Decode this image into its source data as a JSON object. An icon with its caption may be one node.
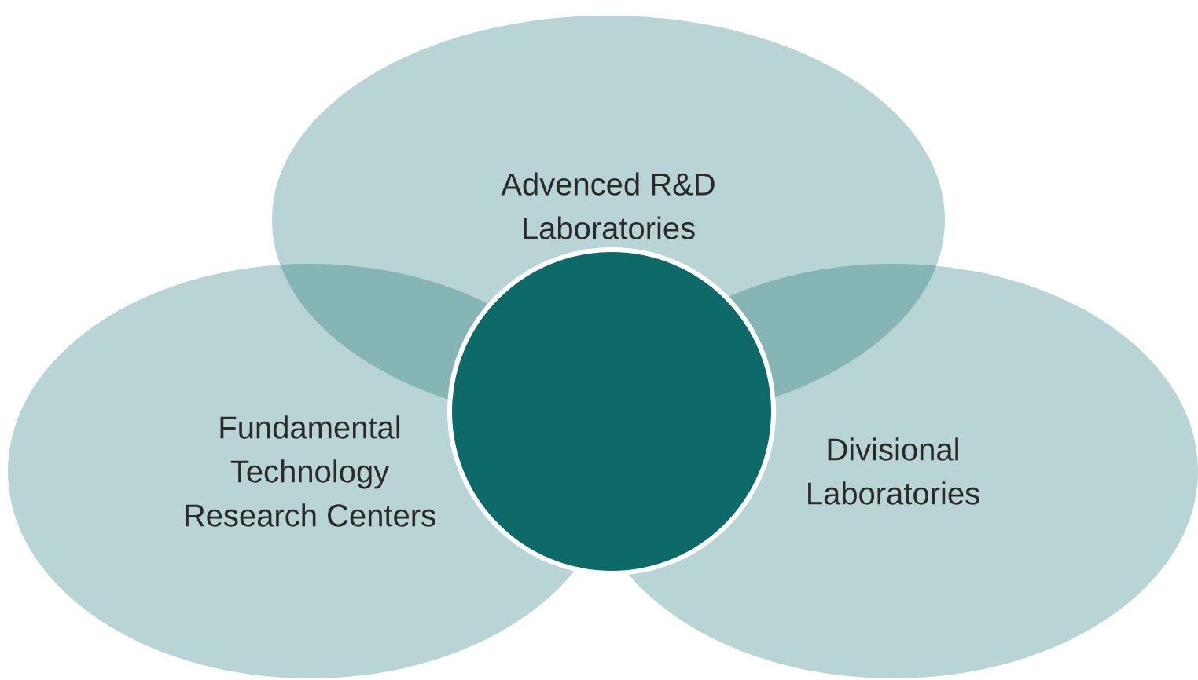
{
  "diagram": {
    "nodes": [
      {
        "text": [
          "Advenced R&D Laboratories"
        ]
      },
      {
        "text": [
          "Fundamental Technology Research Centers"
        ]
      },
      {
        "text": [
          "Divisional Laboratories"
        ]
      },
      {
        "text": [],
        "shape": "circle"
      }
    ]
  }
}
